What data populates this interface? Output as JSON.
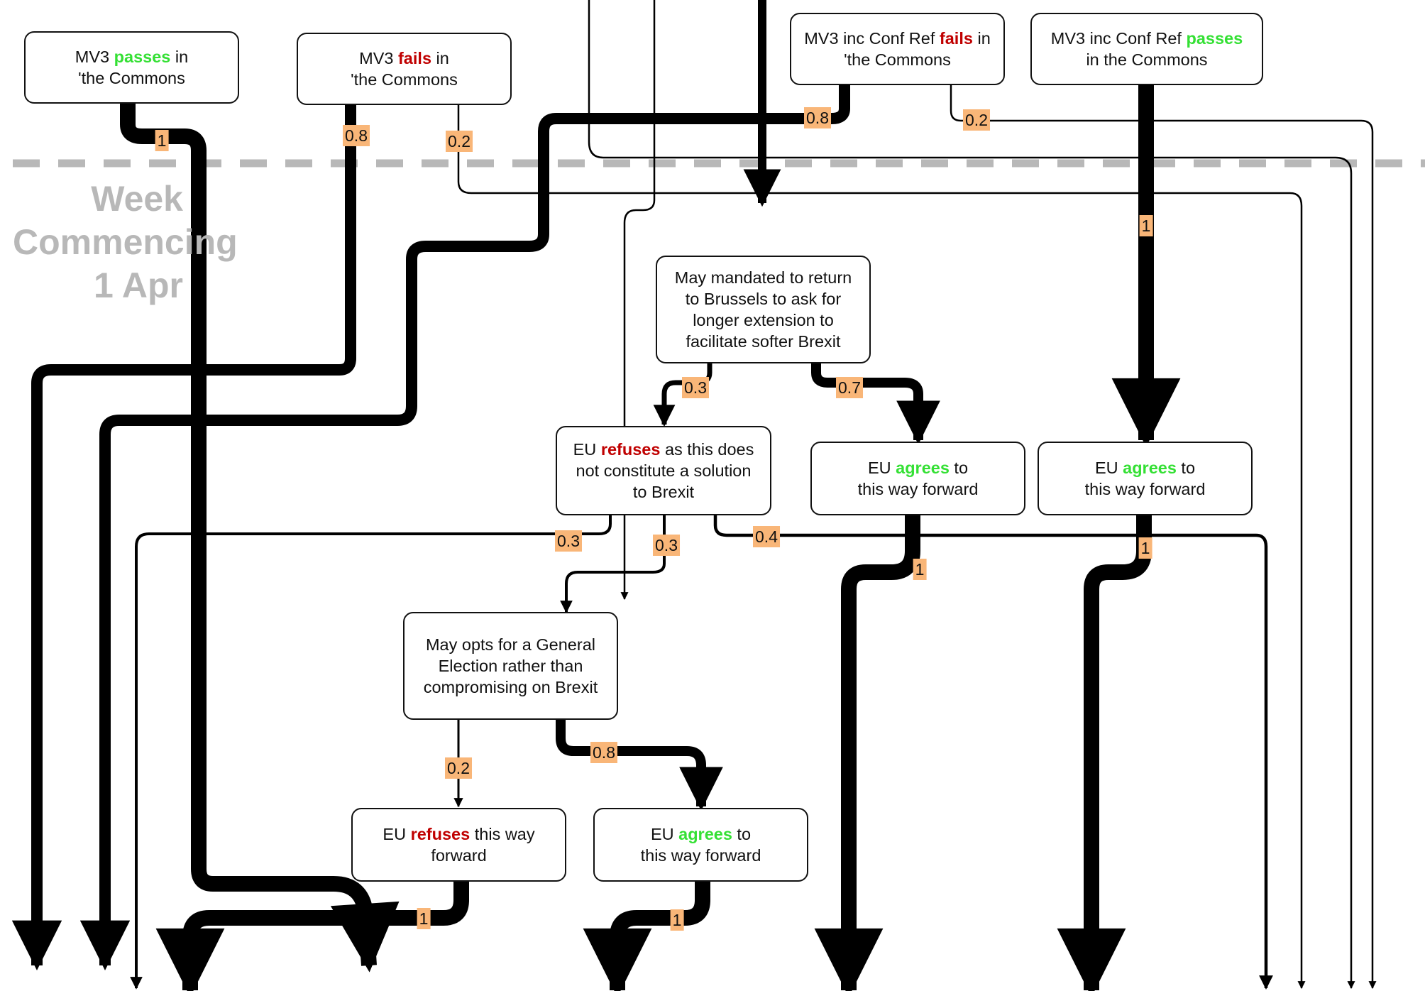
{
  "week_label": [
    "Week",
    "Commencing",
    "1 Apr"
  ],
  "nodes": {
    "mv3_passes": [
      [
        "MV3 ",
        "passes",
        " in"
      ],
      [
        "'the Commons"
      ]
    ],
    "mv3_fails": [
      [
        "MV3 ",
        "fails",
        " in"
      ],
      [
        "'the Commons"
      ]
    ],
    "mv3_conf_fails": [
      [
        "MV3 inc Conf Ref ",
        "fails",
        " in"
      ],
      [
        "'the Commons"
      ]
    ],
    "mv3_conf_passes": [
      [
        "MV3 inc Conf Ref ",
        "passes"
      ],
      [
        "in the Commons"
      ]
    ],
    "may_mandated": [
      [
        "May mandated to return"
      ],
      [
        "to Brussels to ask for"
      ],
      [
        "longer extension to"
      ],
      [
        "facilitate softer Brexit"
      ]
    ],
    "eu_refuses_solution": [
      [
        "EU ",
        "refuses",
        " as this does"
      ],
      [
        "not constitute a solution"
      ],
      [
        "to Brexit"
      ]
    ],
    "eu_agrees_1": [
      [
        "EU ",
        "agrees",
        " to"
      ],
      [
        "this way forward"
      ]
    ],
    "eu_agrees_2": [
      [
        "EU ",
        "agrees",
        " to"
      ],
      [
        "this way forward"
      ]
    ],
    "may_general_election": [
      [
        "May opts for a General"
      ],
      [
        "Election rather than"
      ],
      [
        "compromising on Brexit"
      ]
    ],
    "eu_refuses_forward": [
      [
        "EU ",
        "refuses",
        " this way"
      ],
      [
        "forward"
      ]
    ],
    "eu_agrees_3": [
      [
        "EU ",
        "agrees",
        " to"
      ],
      [
        "this way forward"
      ]
    ]
  },
  "probabilities": {
    "mv3_passes_out": "1",
    "mv3_fails_a": "0.8",
    "mv3_fails_b": "0.2",
    "conf_fails_a": "0.8",
    "conf_fails_b": "0.2",
    "conf_passes_out": "1",
    "mandated_refuse": "0.3",
    "mandated_agree": "0.7",
    "refuse_a": "0.3",
    "refuse_b": "0.3",
    "refuse_c": "0.4",
    "agree1_out": "1",
    "agree2_out": "1",
    "ge_refuse": "0.2",
    "ge_agree": "0.8",
    "refuse_fwd_out": "1",
    "agree3_out": "1"
  },
  "colors": {
    "pass": "#34e034",
    "fail": "#c00000",
    "label_bg": "#f9b678",
    "divider": "#b8b8b8",
    "line": "#000000"
  }
}
